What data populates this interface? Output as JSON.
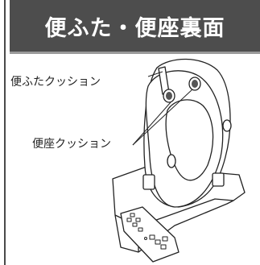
{
  "header": {
    "title": "便ふた・便座裏面"
  },
  "diagram": {
    "callouts": {
      "lid_cushion": "便ふたクッション",
      "seat_cushion": "便座クッション"
    }
  },
  "colors": {
    "header_bg": "#4d4d4d",
    "header_text": "#ffffff",
    "line": "#222222"
  }
}
